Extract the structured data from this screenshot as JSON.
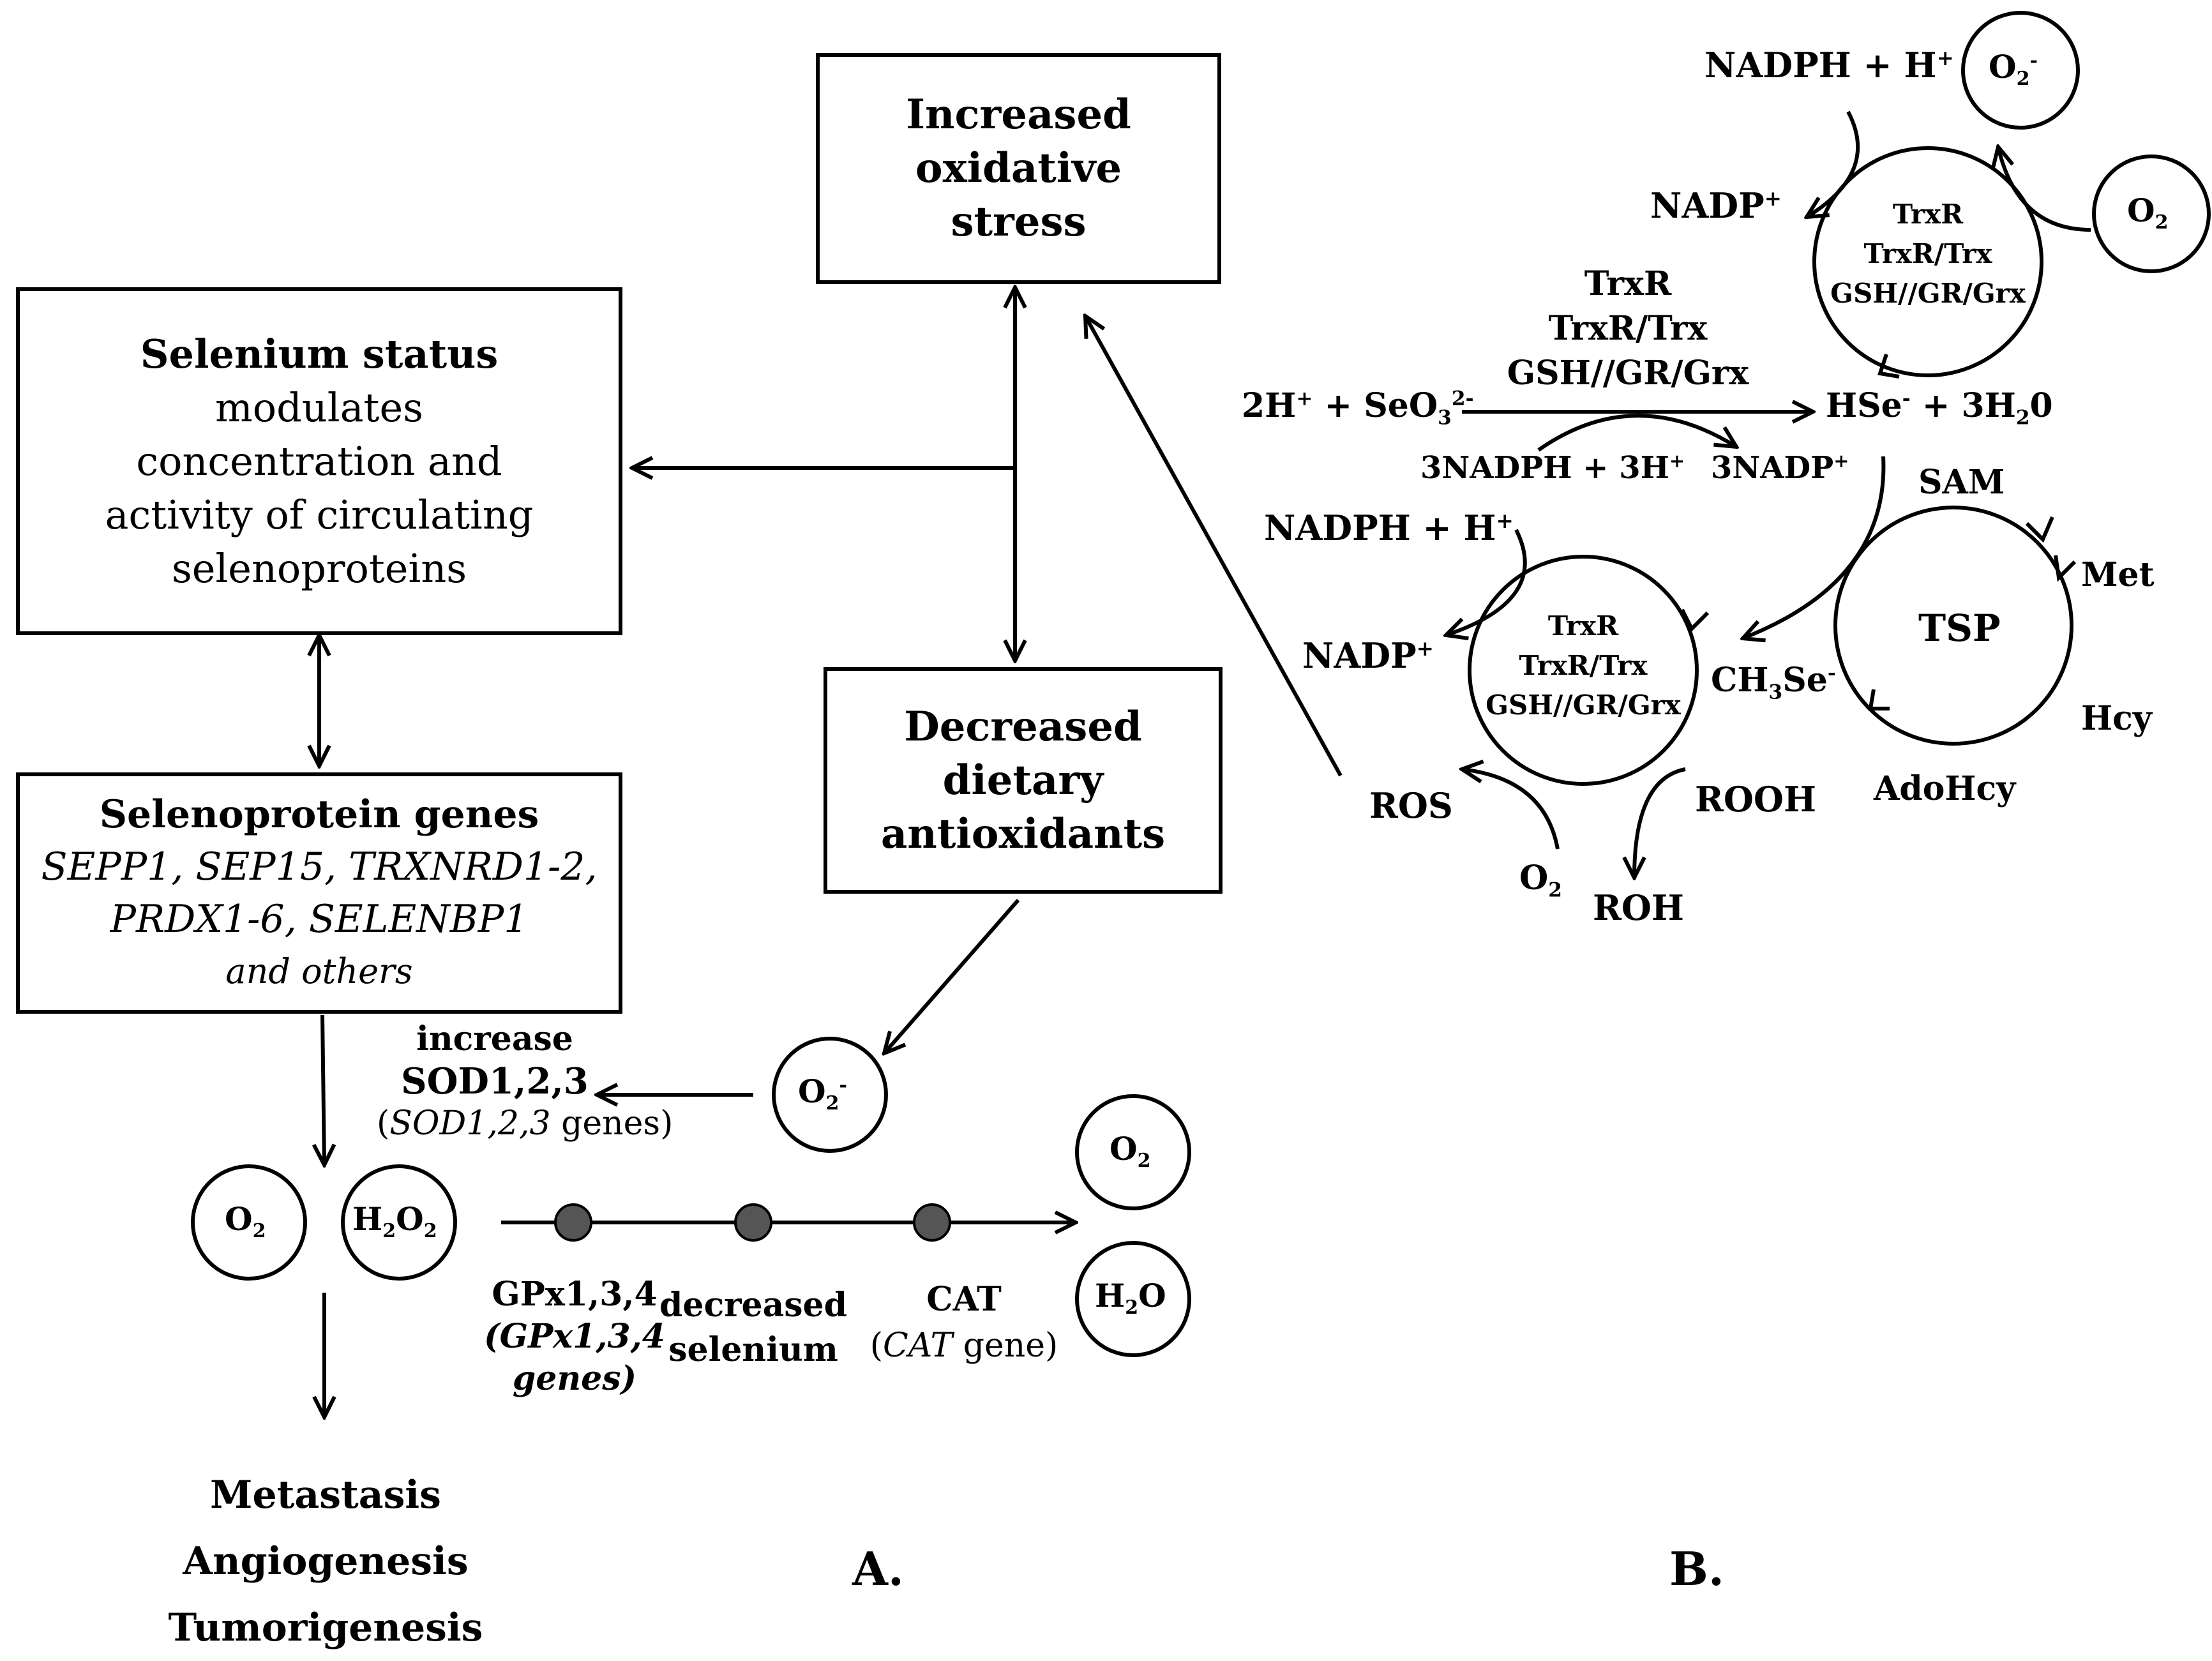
{
  "panel_a": {
    "box_oxidative": {
      "lines": [
        "Increased",
        "oxidative",
        "stress"
      ]
    },
    "box_selenium": {
      "title": "Selenium status",
      "lines": [
        "modulates",
        "concentration and",
        "activity of circulating",
        "selenoproteins"
      ]
    },
    "box_genes": {
      "title": "Selenoprotein genes",
      "line1": "SEPP1, SEP15, TRXNRD1-2,",
      "line2": "PRDX1-6, SELENBP1",
      "line3": "and others"
    },
    "box_dietary": {
      "lines": [
        "Decreased",
        "dietary",
        "antioxidants"
      ]
    },
    "sod": {
      "line1": "increase",
      "line2": "SOD1,2,3",
      "line3_italic": "SOD1,2,3",
      "line3_rest": " genes)",
      "line3_open": "("
    },
    "o2_minus": {
      "base": "O",
      "sub": "2",
      "sup": "-"
    },
    "o2": {
      "base": "O",
      "sub": "2"
    },
    "h2o2": {
      "a": "H",
      "sub1": "2",
      "b": "O",
      "sub2": "2"
    },
    "h2o": {
      "a": "H",
      "sub": "2",
      "b": "O"
    },
    "gpx": {
      "line1": "GPx1,3,4",
      "line2": "(GPx1,3,4",
      "line3": "genes)"
    },
    "decreased_selenium": {
      "line1": "decreased",
      "line2": "selenium"
    },
    "cat": {
      "line1": "CAT",
      "line2_open": "(",
      "line2_italic": "CAT",
      "line2_rest": " gene)"
    },
    "outcomes": [
      "Metastasis",
      "Angiogenesis",
      "Tumorigenesis"
    ],
    "label": "A."
  },
  "panel_b": {
    "nadph_top": "NADPH + H",
    "nadp_top": "NADP",
    "nadph_mid": "NADPH + H",
    "nadp_mid": "NADP",
    "plus_sup": "+",
    "enzyme_lines": [
      "TrxR",
      "TrxR/Trx",
      "GSH//GR/Grx"
    ],
    "reaction_left": "2H",
    "reaction_plus": " + SeO",
    "reaction_product": "HSe",
    "reaction_water": " + 3H",
    "reaction_water_end": "0",
    "nadph3": "3NADPH + 3H",
    "nadp3": "3NADP",
    "sam": "SAM",
    "met": "Met",
    "tsp": "TSP",
    "hcy": "Hcy",
    "adohcy": "AdoHcy",
    "ch3se": "CH",
    "ch3se_end": "Se",
    "ros": "ROS",
    "rooh": "ROOH",
    "roh": "ROH",
    "o2_label": "O",
    "label": "B."
  }
}
